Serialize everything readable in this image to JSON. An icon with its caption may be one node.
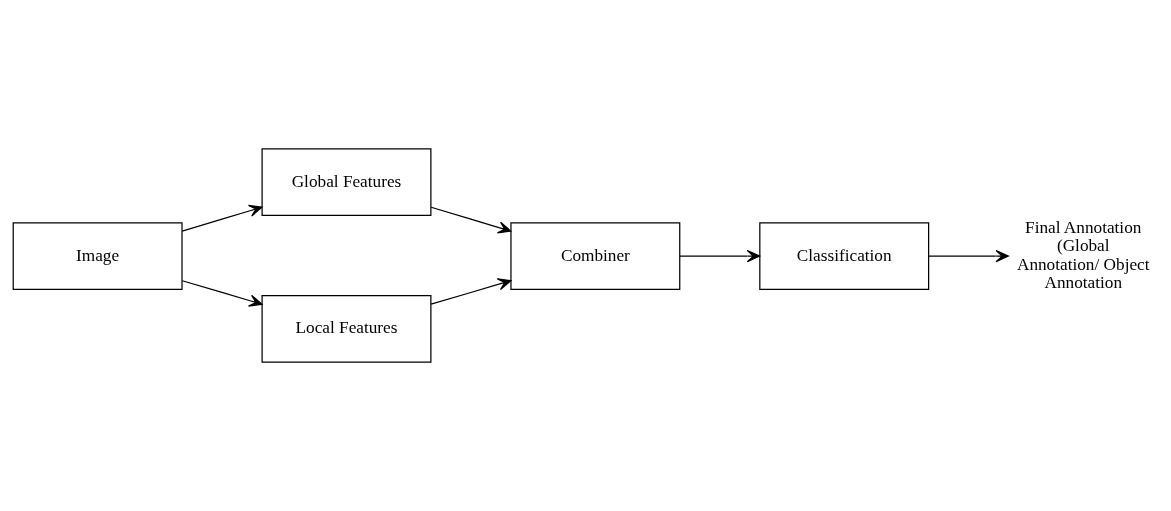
{
  "diagram": {
    "nodes": [
      {
        "text": [
          "Image"
        ]
      },
      {
        "text": [
          "Global Features"
        ]
      },
      {
        "text": [
          "Local Features"
        ]
      },
      {
        "text": [
          "Combiner"
        ]
      },
      {
        "text": [
          "Classification"
        ]
      },
      {
        "text": [
          "Final Annotation (Global Annotation/ Object Annotation"
        ]
      }
    ],
    "edges": [
      {
        "from": 0,
        "to": 1,
        "arrow": "to"
      },
      {
        "from": 0,
        "to": 2,
        "arrow": "to"
      },
      {
        "from": 1,
        "to": 3,
        "arrow": "to"
      },
      {
        "from": 2,
        "to": 3,
        "arrow": "to"
      },
      {
        "from": 3,
        "to": 4,
        "arrow": "to"
      },
      {
        "from": 4,
        "to": 5,
        "arrow": "to"
      }
    ]
  }
}
